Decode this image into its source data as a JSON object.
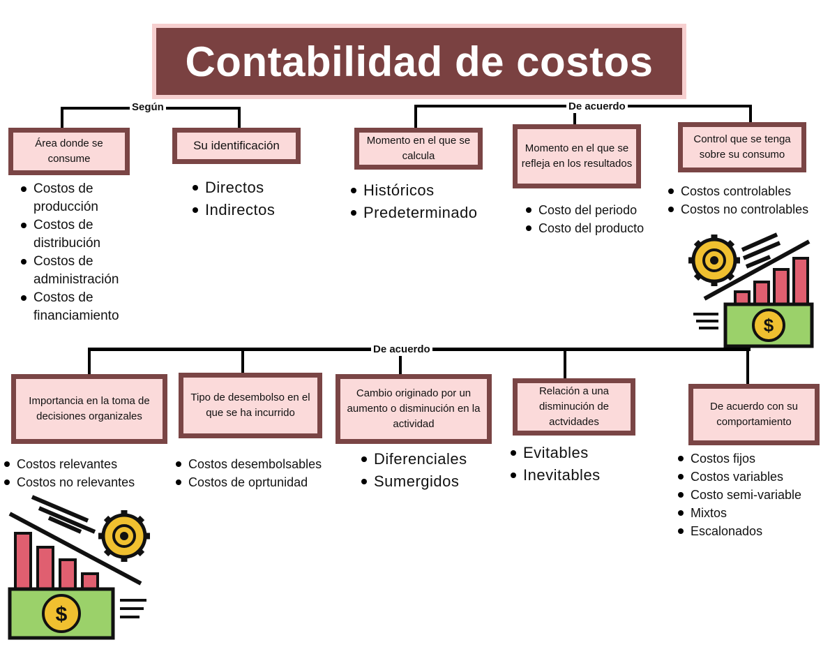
{
  "title": "Contabilidad de costos",
  "connectors": {
    "segun": "Según",
    "de_acuerdo_top": "De acuerdo",
    "de_acuerdo_bottom": "De acuerdo"
  },
  "top_boxes": [
    {
      "label": "Área donde se consume",
      "items": [
        "Costos de producción",
        "Costos de distribución",
        "Costos de administración",
        "Costos de financiamiento"
      ]
    },
    {
      "label": "Su identificación",
      "items": [
        "Directos",
        "Indirectos"
      ]
    },
    {
      "label": "Momento en el que se calcula",
      "items": [
        "Históricos",
        "Predeterminado"
      ]
    },
    {
      "label": "Momento en el que se refleja en los resultados",
      "items": [
        "Costo del periodo",
        "Costo del producto"
      ]
    },
    {
      "label": "Control que se tenga sobre su consumo",
      "items": [
        "Costos controlables",
        "Costos no controlables"
      ]
    }
  ],
  "bottom_boxes": [
    {
      "label": "Importancia en la toma de decisiones organizales",
      "items": [
        "Costos relevantes",
        "Costos no relevantes"
      ]
    },
    {
      "label": "Tipo de desembolso en el que se ha incurrido",
      "items": [
        "Costos desembolsables",
        "Costos de oprtunidad"
      ]
    },
    {
      "label": "Cambio originado por un aumento o disminución en la actividad",
      "items": [
        "Diferenciales",
        "Sumergidos"
      ]
    },
    {
      "label": "Relación a una disminución de actvidades",
      "items": [
        "Evitables",
        "Inevitables"
      ]
    },
    {
      "label": "De acuerdo con su comportamiento",
      "items": [
        "Costos fijos",
        "Costos variables",
        "Costo semi-variable",
        "Mixtos",
        "Escalonados"
      ]
    }
  ],
  "icons": {
    "top_right": "money-growth-icon",
    "bottom_left": "money-decline-icon"
  },
  "colors": {
    "title_bg": "#7a4141",
    "title_border": "#f6cfcf",
    "box_fill": "#fbdada",
    "box_border": "#7a4545"
  }
}
